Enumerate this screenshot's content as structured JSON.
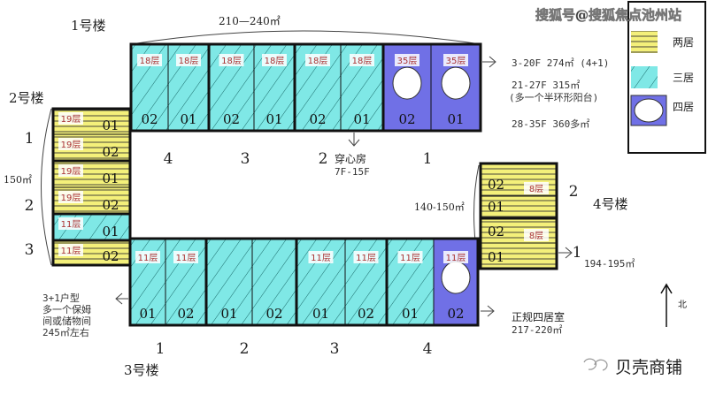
{
  "watermark": "搜狐号@搜狐焦点池州站",
  "brand": "贝壳商铺",
  "colors": {
    "two_bed": "#f4f07a",
    "three_bed": "#7fe8e6",
    "four_bed": "#7070e6",
    "line": "#111111"
  },
  "legend": [
    {
      "type": "two",
      "label": "两居"
    },
    {
      "type": "three",
      "label": "三居"
    },
    {
      "type": "four",
      "label": "四居"
    }
  ],
  "building1": {
    "name": "1号楼",
    "area": "210—240㎡",
    "groups": [
      "4",
      "3",
      "2",
      "1"
    ],
    "units": [
      {
        "floor": "18层",
        "no": "02",
        "type": "three"
      },
      {
        "floor": "18层",
        "no": "01",
        "type": "three"
      },
      {
        "floor": "18层",
        "no": "02",
        "type": "three"
      },
      {
        "floor": "18层",
        "no": "01",
        "type": "three"
      },
      {
        "floor": "18层",
        "no": "02",
        "type": "three"
      },
      {
        "floor": "18层",
        "no": "01",
        "type": "three"
      },
      {
        "floor": "35层",
        "no": "02",
        "type": "four"
      },
      {
        "floor": "35层",
        "no": "01",
        "type": "four"
      }
    ],
    "through_room": "穿心房",
    "through_floors": "7F-15F",
    "notes": [
      "3-20F  274㎡ (4+1)",
      "21-27F  315㎡",
      "(多一个半环形阳台)",
      "28-35F  360多㎡"
    ]
  },
  "building2": {
    "name": "2号楼",
    "area": "150㎡",
    "groups": [
      "1",
      "2",
      "3"
    ],
    "units": [
      {
        "floor": "19层",
        "no": "01",
        "type": "two"
      },
      {
        "floor": "19层",
        "no": "02",
        "type": "two"
      },
      {
        "floor": "19层",
        "no": "01",
        "type": "two"
      },
      {
        "floor": "19层",
        "no": "02",
        "type": "two"
      },
      {
        "floor": "11层",
        "no": "01",
        "type": "three"
      },
      {
        "floor": "11层",
        "no": "02",
        "type": "two"
      }
    ]
  },
  "building3": {
    "name": "3号楼",
    "groups": [
      "1",
      "2",
      "3",
      "4"
    ],
    "units": [
      {
        "floor": "11层",
        "no": "01",
        "type": "three"
      },
      {
        "floor": "11层",
        "no": "02",
        "type": "three"
      },
      {
        "floor": "",
        "no": "01",
        "type": "three"
      },
      {
        "floor": "",
        "no": "02",
        "type": "three"
      },
      {
        "floor": "11层",
        "no": "01",
        "type": "three"
      },
      {
        "floor": "11层",
        "no": "02",
        "type": "three"
      },
      {
        "floor": "11层",
        "no": "01",
        "type": "three"
      },
      {
        "floor": "11层",
        "no": "02",
        "type": "four"
      }
    ],
    "left_note": [
      "3+1户型",
      "多一个保姆",
      "间或储物间",
      "245㎡左右"
    ],
    "right_note": [
      "正规四居室",
      "217-220㎡"
    ]
  },
  "building4": {
    "name": "4号楼",
    "area": "140-150㎡",
    "groups": [
      "2",
      "1"
    ],
    "units": [
      {
        "floor": "8层",
        "no": "02",
        "type": "two"
      },
      {
        "floor": "",
        "no": "01",
        "type": "two"
      },
      {
        "floor": "8层",
        "no": "02",
        "type": "two"
      },
      {
        "floor": "",
        "no": "01",
        "type": "two"
      }
    ],
    "note": "194-195㎡"
  },
  "north": "北"
}
